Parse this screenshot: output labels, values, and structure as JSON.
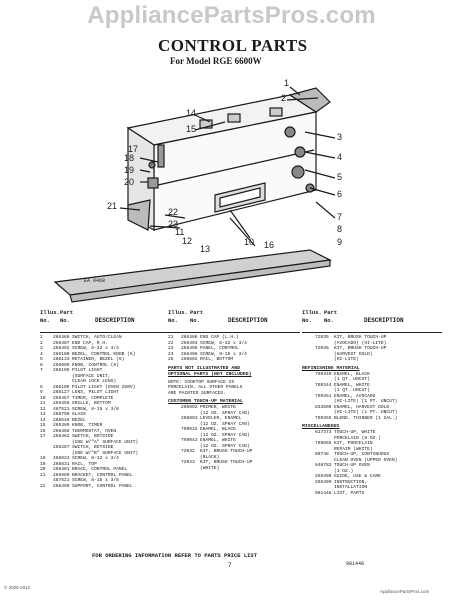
{
  "watermark": "AppliancePartsPros.com",
  "title": "CONTROL PARTS",
  "subtitle": "For Model RGE 6600W",
  "diagram": {
    "callouts": [
      "1",
      "2",
      "3",
      "4",
      "5",
      "6",
      "7",
      "8",
      "9",
      "10",
      "11",
      "12",
      "13",
      "14",
      "15",
      "16",
      "17",
      "18",
      "19",
      "20",
      "21",
      "22",
      "23"
    ],
    "ref_code": "EA 0468"
  },
  "columns": {
    "headers": {
      "illus": "Illus.",
      "no": "No.",
      "part": "Part",
      "part_no": "No.",
      "description": "DESCRIPTION"
    },
    "col1": {
      "rows": [
        {
          "ref": "1",
          "pn": "266486",
          "desc": "SWITCH, AUTO/CLEAN"
        },
        {
          "ref": "2",
          "pn": "266487",
          "desc": "END CAP, R.H."
        },
        {
          "ref": "3",
          "pn": "266492",
          "desc": "SCREW, 8-32 x 3/4"
        },
        {
          "ref": "4",
          "pn": "266100",
          "desc": "BEZEL, CONTROL KNOB (6)"
        },
        {
          "ref": "5",
          "pn": "266133",
          "desc": "RETAINER, BEZEL (6)"
        },
        {
          "ref": "6",
          "pn": "266099",
          "desc": "KNOB, CONTROL (6)"
        },
        {
          "ref": "7",
          "pn": "266105",
          "desc": "PILOT LIGHT"
        },
        {
          "ref": "",
          "pn": "",
          "desc": "(SURFACE UNIT,"
        },
        {
          "ref": "",
          "pn": "",
          "desc": " CLEAN LOCK LENS)"
        },
        {
          "ref": "8",
          "pn": "266105",
          "desc": "PILOT LIGHT (OVEN 250V)"
        },
        {
          "ref": "9",
          "pn": "266127",
          "desc": "LENS, PILOT LIGHT"
        },
        {
          "ref": "10",
          "pn": "266457",
          "desc": "TIMER, COMPLETE"
        },
        {
          "ref": "11",
          "pn": "266456",
          "desc": "GRILLE, BOTTOM"
        },
        {
          "ref": "12",
          "pn": "487521",
          "desc": "SCREW, 8-15 x 3/8"
        },
        {
          "ref": "13",
          "pn": "266790",
          "desc": "GLASS"
        },
        {
          "ref": "14",
          "pn": "266546",
          "desc": "BEZEL"
        },
        {
          "ref": "15",
          "pn": "265389",
          "desc": "KNOB, TIMER"
        },
        {
          "ref": "16",
          "pn": "266468",
          "desc": "THERMOSTAT, OVEN"
        },
        {
          "ref": "17",
          "pn": "266462",
          "desc": "SWITCH, BOTSIDE"
        },
        {
          "ref": "",
          "pn": "",
          "desc": "(USE W/\"A\" SURFACE UNIT)"
        },
        {
          "ref": "",
          "pn": "266287",
          "desc": "SWITCH, BOTSIDE"
        },
        {
          "ref": "",
          "pn": "",
          "desc": "(USE W/\"B\" SURFACE UNIT)"
        },
        {
          "ref": "18",
          "pn": "486023",
          "desc": "SCREW, 8-32 x 3/4"
        },
        {
          "ref": "19",
          "pn": "266831",
          "desc": "RAIL, TOP"
        },
        {
          "ref": "20",
          "pn": "266481",
          "desc": "BRACE, CONTROL PANEL"
        },
        {
          "ref": "21",
          "pn": "266880",
          "desc": "BRACKET, CONTROL PANEL"
        },
        {
          "ref": "",
          "pn": "487521",
          "desc": "SCREW, 8-15 x 3/8"
        },
        {
          "ref": "22",
          "pn": "266499",
          "desc": "SUPPORT, CONTROL PANEL"
        }
      ]
    },
    "col2": {
      "rows": [
        {
          "ref": "21",
          "pn": "266488",
          "desc": "END CAP (L.H.)"
        },
        {
          "ref": "22",
          "pn": "266493",
          "desc": "SCREW, 8-32 x 3/4"
        },
        {
          "ref": "23",
          "pn": "266495",
          "desc": "PANEL, CONTROL"
        },
        {
          "ref": "24",
          "pn": "266496",
          "desc": "SCREW, 8-15 x 3/4"
        },
        {
          "ref": "25",
          "pn": "266502",
          "desc": "RAIL, BOTTOM"
        }
      ],
      "section1_head": "PARTS NOT ILLUSTRATED AND",
      "section1_head2": "OPTIONAL PARTS (NOT INCLUDED)",
      "note_lines": [
        "NOTE: COOKTOP SURFACE IS",
        "PORCELAIN. ALL OTHER PANELS",
        "ARE PAINTED SURFACES."
      ],
      "section2_head": "CUSTOMER TOUCH-UP MATERIAL",
      "rows2": [
        {
          "ref": "",
          "pn": "206992",
          "desc": "PRIMER, WHITE"
        },
        {
          "ref": "",
          "pn": "",
          "desc": "(12 OZ. SPRAY CAN)"
        },
        {
          "ref": "",
          "pn": "206993",
          "desc": "LEVELER, ENAMEL"
        },
        {
          "ref": "",
          "pn": "",
          "desc": "(12 OZ. SPRAY CAN)"
        },
        {
          "ref": "",
          "pn": "799033",
          "desc": "ENAMEL, BLACK"
        },
        {
          "ref": "",
          "pn": "",
          "desc": "(12 OZ. SPRAY CAN)"
        },
        {
          "ref": "",
          "pn": "799043",
          "desc": "ENAMEL, WHITE"
        },
        {
          "ref": "",
          "pn": "",
          "desc": "(12 OZ. SPRAY CAN)"
        },
        {
          "ref": "",
          "pn": "72032",
          "desc": "KIT, BRUSH TOUCH-UP"
        },
        {
          "ref": "",
          "pn": "",
          "desc": "(BLACK)"
        },
        {
          "ref": "",
          "pn": "72033",
          "desc": "KIT, BRUSH TOUCH-UP"
        },
        {
          "ref": "",
          "pn": "",
          "desc": "(WHITE)"
        }
      ]
    },
    "col3": {
      "rows": [
        {
          "ref": "",
          "pn": "72035",
          "desc": "KIT, BRUSH TOUCH-UP"
        },
        {
          "ref": "",
          "pn": "",
          "desc": "(AVOCADO) (HI-LITE)"
        },
        {
          "ref": "",
          "pn": "72036",
          "desc": "KIT, BRUSH TOUCH-UP"
        },
        {
          "ref": "",
          "pn": "",
          "desc": "(HARVEST GOLD)"
        },
        {
          "ref": "",
          "pn": "",
          "desc": "(HI-LITE)"
        }
      ],
      "section1_head": "REFINISHING MATERIAL",
      "rows2": [
        {
          "ref": "",
          "pn": "799340",
          "desc": "ENAMEL, BLACK"
        },
        {
          "ref": "",
          "pn": "",
          "desc": "(1 QT. UNCUT)"
        },
        {
          "ref": "",
          "pn": "799344",
          "desc": "ENAMEL, WHITE"
        },
        {
          "ref": "",
          "pn": "",
          "desc": "(1 QT. UNCUT)"
        },
        {
          "ref": "",
          "pn": "799351",
          "desc": "ENAMEL, AVOCADO"
        },
        {
          "ref": "",
          "pn": "",
          "desc": "(HI-LITE) (1 PT. UNCUT)"
        },
        {
          "ref": "",
          "pn": "833506",
          "desc": "ENAMEL, HARVEST GOLD"
        },
        {
          "ref": "",
          "pn": "",
          "desc": "(HI-LITE) (1 PT. UNCUT)"
        },
        {
          "ref": "",
          "pn": "799355",
          "desc": "BLEND. THINNER (1 GAL.)"
        }
      ],
      "section2_head": "MISCELLANEOUS",
      "rows3": [
        {
          "ref": "",
          "pn": "617373",
          "desc": "TOUCH-UP, WHITE"
        },
        {
          "ref": "",
          "pn": "",
          "desc": "PORCELAIN (8 OZ.)"
        },
        {
          "ref": "",
          "pn": "799655",
          "desc": "KIT, PORCELAIN"
        },
        {
          "ref": "",
          "pn": "",
          "desc": "REPAIR (WHITE)"
        },
        {
          "ref": "",
          "pn": "80748",
          "desc": "TOUCH-UP, CONTINUOUS"
        },
        {
          "ref": "",
          "pn": "",
          "desc": "CLEAN OVEN (UPPER OVEN)"
        },
        {
          "ref": "",
          "pn": "848782",
          "desc": "TOUCH-UP OVEN"
        },
        {
          "ref": "",
          "pn": "",
          "desc": "(1 OZ.)"
        },
        {
          "ref": "",
          "pn": "266490",
          "desc": "GUIDE, USE & CARE"
        },
        {
          "ref": "",
          "pn": "266499",
          "desc": "INSTRUCTION,"
        },
        {
          "ref": "",
          "pn": "",
          "desc": "INSTALLATION"
        },
        {
          "ref": "",
          "pn": "981448",
          "desc": "LIST, PARTS"
        }
      ]
    }
  },
  "footer": "FOR ORDERING INFORMATION REFER TO PARTS PRICE LIST",
  "page_number": "7",
  "doc_code": "981448",
  "copyright_left": "© 2005-2012",
  "copyright_right": "AppliancePartsPros.com"
}
